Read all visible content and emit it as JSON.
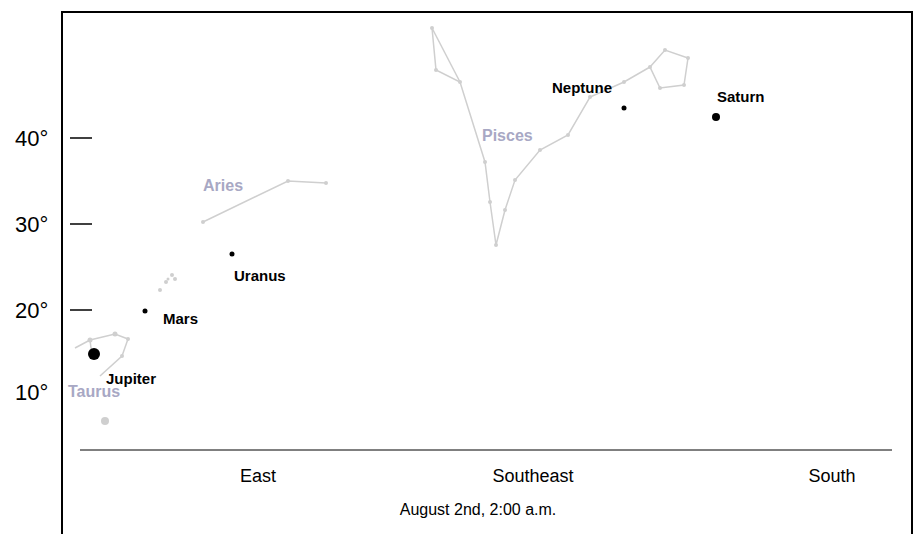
{
  "diagram": {
    "caption": "August 2nd, 2:00 a.m.",
    "labels": [
      "40°",
      "30°",
      "20°",
      "10°",
      "Aries",
      "Pisces",
      "Taurus",
      "Neptune",
      "Saturn",
      "Uranus",
      "Mars",
      "Jupiter",
      "East",
      "Southeast",
      "South"
    ]
  }
}
